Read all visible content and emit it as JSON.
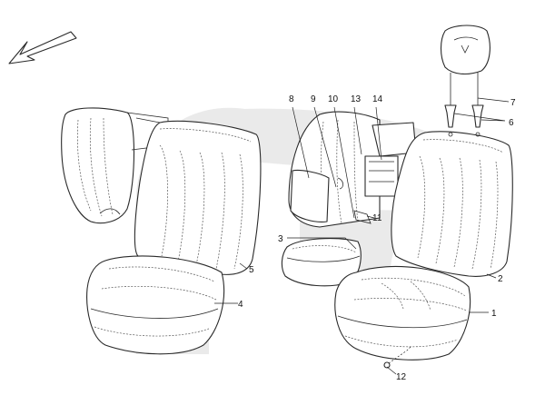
{
  "diagram": {
    "colors": {
      "line": "#2a2a2a",
      "watermark": "#d9d9d9"
    },
    "direction_arrow": "arrow-down-left",
    "callouts": [
      "1",
      "2",
      "3",
      "4",
      "5",
      "6",
      "7",
      "8",
      "9",
      "10",
      "11",
      "12",
      "13",
      "14"
    ]
  }
}
